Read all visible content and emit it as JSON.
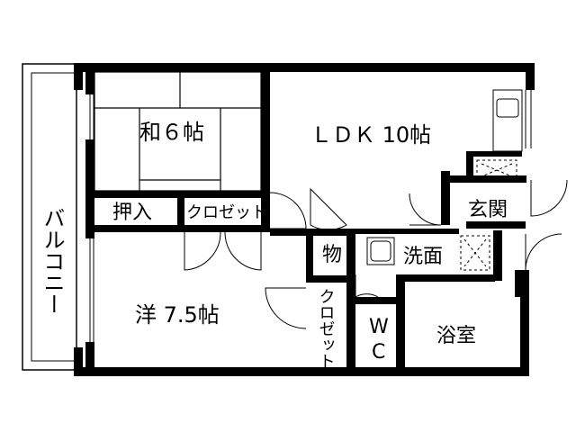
{
  "floorplan": {
    "rooms": {
      "washitsu": "和６帖",
      "ldk": "ＬＤＫ 10帖",
      "balcony": "バルコニー",
      "oshiire": "押入",
      "closet_upper": "クロゼット",
      "youshitsu": "洋 7.5帖",
      "mono": "物",
      "senmen": "洗面",
      "genkan": "玄関",
      "yokushitsu": "浴室",
      "closet_vertical": "クロゼット",
      "wc_w": "W",
      "wc_c": "C"
    }
  }
}
